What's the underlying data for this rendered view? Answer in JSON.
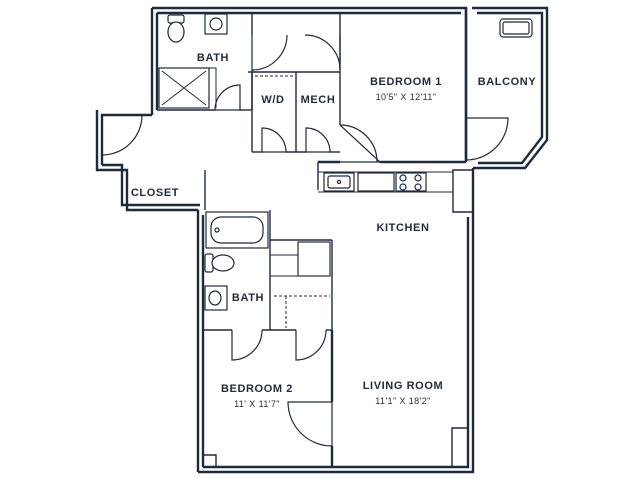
{
  "rooms": {
    "bath1": {
      "name": "BATH"
    },
    "wd": {
      "name": "W/D"
    },
    "mech": {
      "name": "MECH"
    },
    "bedroom1": {
      "name": "BEDROOM 1",
      "dims": "10'5\" X 12'11\""
    },
    "balcony": {
      "name": "BALCONY"
    },
    "closet": {
      "name": "CLOSET"
    },
    "kitchen": {
      "name": "KITCHEN"
    },
    "bath2": {
      "name": "BATH"
    },
    "bedroom2": {
      "name": "BEDROOM 2",
      "dims": "11' X 11'7\""
    },
    "living": {
      "name": "LIVING ROOM",
      "dims": "11'1\" X 18'2\""
    }
  },
  "colors": {
    "line": "#1f2a3a",
    "background": "#ffffff"
  }
}
